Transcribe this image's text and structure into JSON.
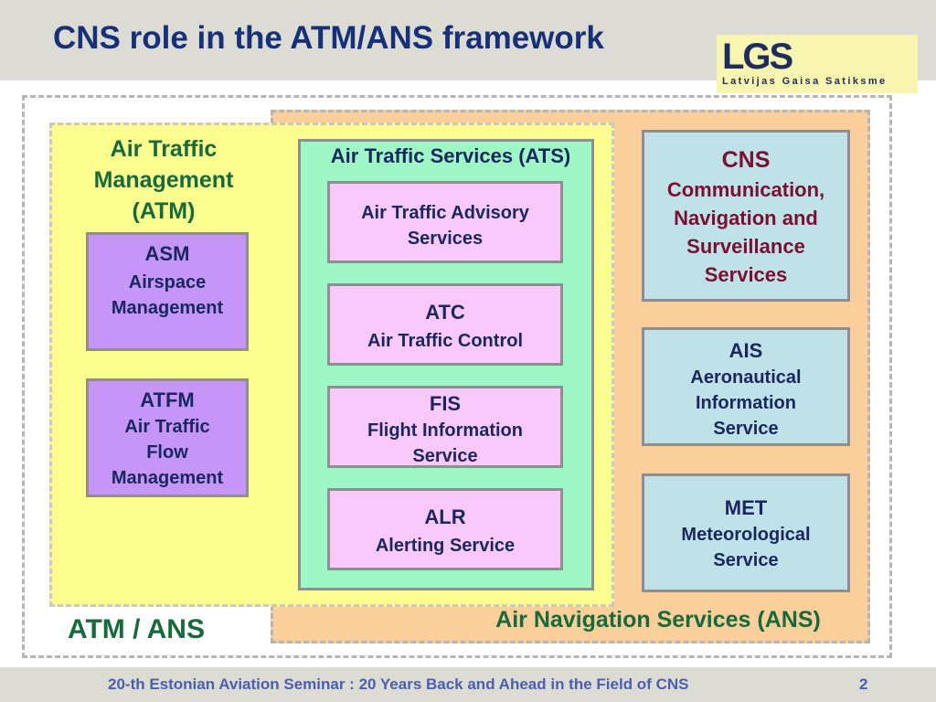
{
  "header": {
    "title": "CNS role in the ATM/ANS framework",
    "logo": {
      "mark": "LGS",
      "subtitle": "Latvijas Gaisa Satiksme"
    }
  },
  "atm": {
    "title_lines": [
      "Air Traffic",
      "Management",
      "(ATM)"
    ],
    "asm": {
      "abbr": "ASM",
      "full_lines": [
        "Airspace",
        "Management"
      ]
    },
    "atfm": {
      "abbr": "ATFM",
      "full_lines": [
        "Air Traffic",
        "Flow",
        "Management"
      ]
    }
  },
  "ats": {
    "title": "Air Traffic Services (ATS)",
    "advisory": {
      "full_lines": [
        "Air Traffic Advisory",
        "Services"
      ]
    },
    "atc": {
      "abbr": "ATC",
      "full": "Air Traffic Control"
    },
    "fis": {
      "abbr": "FIS",
      "full_lines": [
        "Flight Information",
        "Service"
      ]
    },
    "alr": {
      "abbr": "ALR",
      "full": "Alerting Service"
    }
  },
  "cns": {
    "abbr": "CNS",
    "full_lines": [
      "Communication,",
      "Navigation and",
      "Surveillance",
      "Services"
    ]
  },
  "ais": {
    "abbr": "AIS",
    "full_lines": [
      "Aeronautical",
      "Information",
      "Service"
    ]
  },
  "met": {
    "abbr": "MET",
    "full_lines": [
      "Meteorological",
      "Service"
    ]
  },
  "ans_label": "Air Navigation Services (ANS)",
  "atm_ans_label": "ATM / ANS",
  "footer": {
    "text": "20-th Estonian Aviation Seminar :  20 Years Back and Ahead in the Field of CNS",
    "page_number": "2"
  },
  "colors": {
    "title": "#17307a",
    "green_text": "#166a3c",
    "ans_region": "#fbcf9b",
    "atm_region": "#fbfd8e",
    "ats_region": "#9ff7c7",
    "purple_box": "#c596f8",
    "pink_box": "#fac9fb",
    "teal_box": "#bfe2e8",
    "cns_text": "#7a1030"
  }
}
